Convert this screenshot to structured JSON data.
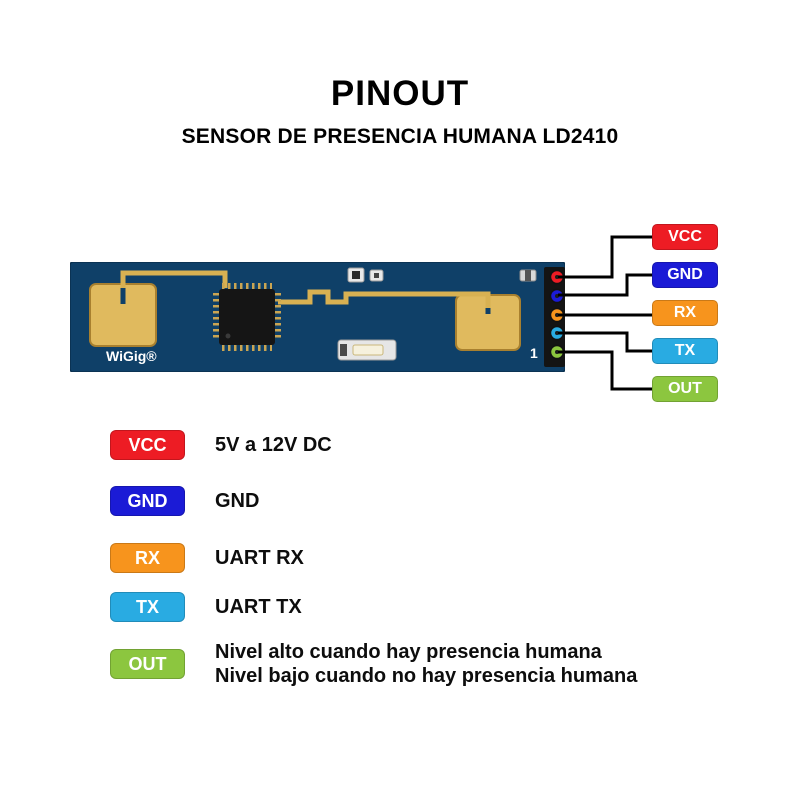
{
  "header": {
    "title": "PINOUT",
    "subtitle": "SENSOR DE PRESENCIA HUMANA LD2410"
  },
  "board": {
    "silkscreen": "WiGig®",
    "pin_one_marker": "1",
    "board_color": "#0f4068"
  },
  "pins": [
    {
      "label": "VCC",
      "color": "#ed1c24",
      "desc_lines": [
        "5V a 12V DC"
      ]
    },
    {
      "label": "GND",
      "color": "#1b1bd6",
      "desc_lines": [
        "GND"
      ]
    },
    {
      "label": "RX",
      "color": "#f7941d",
      "desc_lines": [
        "UART RX"
      ]
    },
    {
      "label": "TX",
      "color": "#29abe2",
      "desc_lines": [
        "UART TX"
      ]
    },
    {
      "label": "OUT",
      "color": "#8cc63f",
      "desc_lines": [
        "Nivel alto cuando hay presencia humana",
        "Nivel bajo cuando no hay presencia humana"
      ]
    }
  ]
}
